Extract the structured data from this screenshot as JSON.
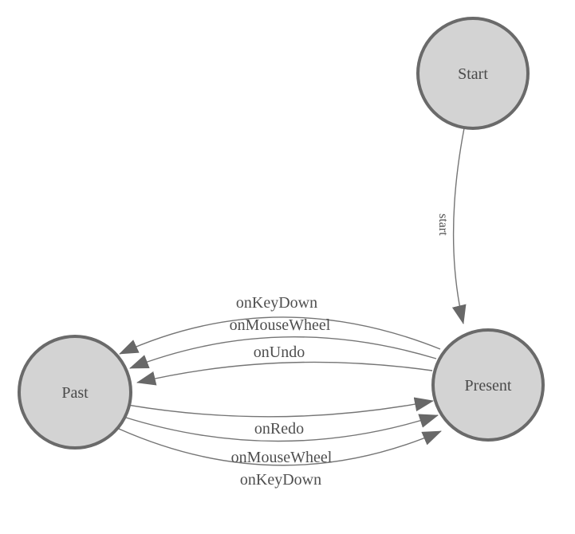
{
  "diagram": {
    "type": "state-machine",
    "background_color": "#ffffff",
    "colors": {
      "node_fill": "#d3d3d3",
      "node_stroke": "#6a6a6a",
      "edge_line": "#757575",
      "arrowhead": "#686868",
      "node_text": "#4a4a4a",
      "edge_text": "#4f4f4f"
    },
    "nodes": [
      {
        "id": "start",
        "label": "Start"
      },
      {
        "id": "present",
        "label": "Present"
      },
      {
        "id": "past",
        "label": "Past"
      }
    ],
    "edges": [
      {
        "from": "Start",
        "to": "Present",
        "label": "start"
      },
      {
        "from": "Present",
        "to": "Past",
        "label": "onKeyDown"
      },
      {
        "from": "Present",
        "to": "Past",
        "label": "onMouseWheel"
      },
      {
        "from": "Present",
        "to": "Past",
        "label": "onUndo"
      },
      {
        "from": "Past",
        "to": "Present",
        "label": "onRedo"
      },
      {
        "from": "Past",
        "to": "Present",
        "label": "onMouseWheel"
      },
      {
        "from": "Past",
        "to": "Present",
        "label": "onKeyDown"
      }
    ]
  }
}
